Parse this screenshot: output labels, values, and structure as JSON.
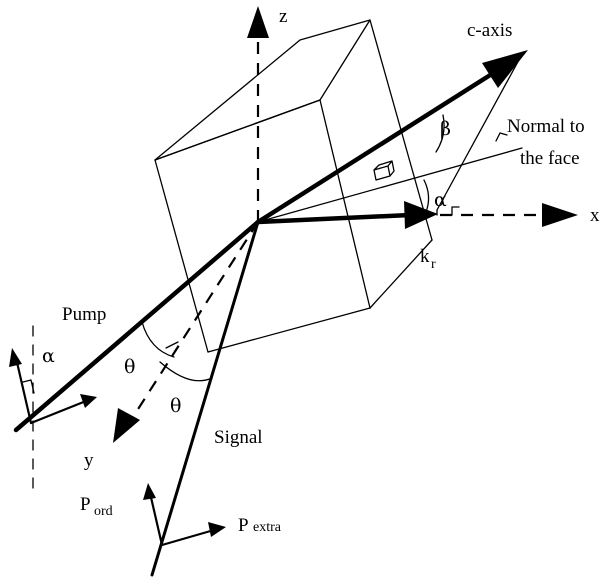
{
  "labels": {
    "z": "z",
    "x": "x",
    "y": "y",
    "c_axis": "c-axis",
    "normal_line1": "Normal to",
    "normal_line2": "the face",
    "beta": "β",
    "alpha_right": "α",
    "alpha_left": "α",
    "k": "k",
    "k_sub": "r",
    "pump": "Pump",
    "theta_1": "θ",
    "theta_2": "θ",
    "signal": "Signal",
    "p_ord": "P",
    "p_ord_sub": "ord",
    "p_extra": "P",
    "p_extra_sub": "extra"
  },
  "colors": {
    "ink": "#000000",
    "background": "#ffffff"
  }
}
